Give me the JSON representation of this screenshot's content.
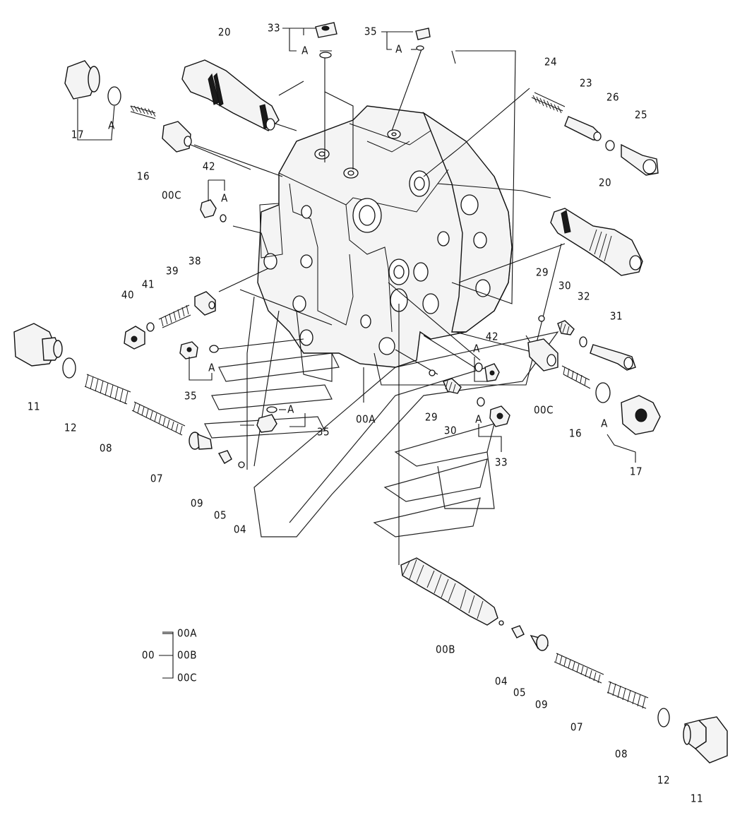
{
  "labels": {
    "l33a": "33",
    "l35a": "35",
    "l20a": "20",
    "l17a": "17",
    "l16a": "16",
    "l00ca": "00C",
    "l42a": "42",
    "l24": "24",
    "l23": "23",
    "l26": "26",
    "l25": "25",
    "l20b": "20",
    "l38": "38",
    "l39": "39",
    "l41": "41",
    "l40": "40",
    "l29a": "29",
    "l30a": "30",
    "l32": "32",
    "l31": "31",
    "l35b": "35",
    "l42b": "42",
    "l11a": "11",
    "l12a": "12",
    "l08a": "08",
    "l07a": "07",
    "l09a": "09",
    "l05a": "05",
    "l04a": "04",
    "l35c": "35",
    "l00a": "00A",
    "l29b": "29",
    "l30b": "30",
    "l33b": "33",
    "l00cb": "00C",
    "l16b": "16",
    "l17b": "17",
    "l00b": "00B",
    "l04b": "04",
    "l05b": "05",
    "l09b": "09",
    "l07b": "07",
    "l08b": "08",
    "l12b": "12",
    "l11b": "11",
    "a1": "A",
    "a2": "A",
    "a3": "A",
    "a4": "A",
    "a5": "A",
    "a6": "A",
    "a7": "A",
    "a8": "A",
    "a9": "A"
  },
  "legend": {
    "root": "00",
    "items": [
      "00A",
      "00B",
      "00C"
    ]
  }
}
